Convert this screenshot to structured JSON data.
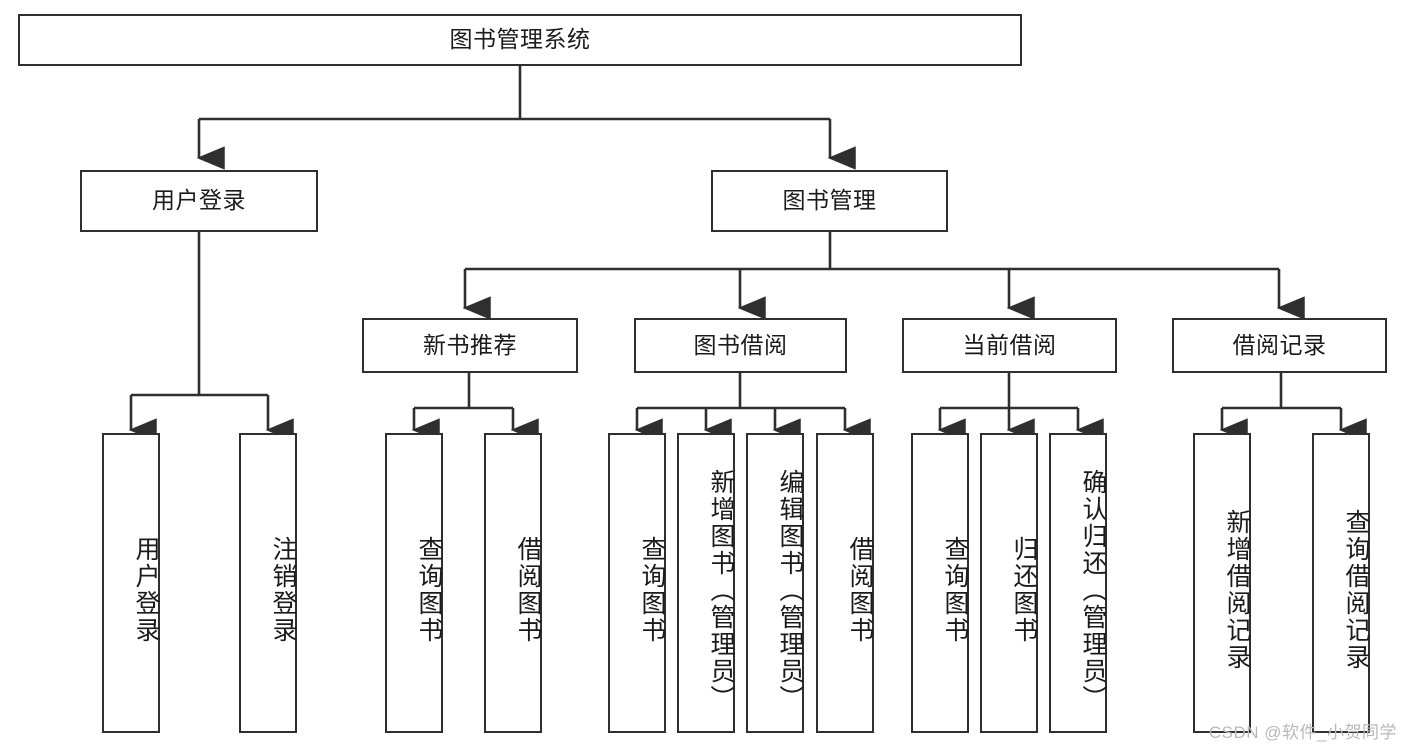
{
  "diagram": {
    "title": "图书管理系统",
    "type": "tree-hierarchy-diagram",
    "colors": {
      "stroke": "#2f2f2f",
      "fill": "#ffffff",
      "text": "#1b1b1b",
      "watermark": "#b9b9b9"
    },
    "root": {
      "label": "图书管理系统"
    },
    "level2": [
      {
        "label": "用户登录"
      },
      {
        "label": "图书管理"
      }
    ],
    "level3": [
      {
        "label": "新书推荐"
      },
      {
        "label": "图书借阅"
      },
      {
        "label": "当前借阅"
      },
      {
        "label": "借阅记录"
      }
    ],
    "leaves": {
      "user_login": [
        {
          "label": "用户登录"
        },
        {
          "label": "注销登录"
        }
      ],
      "new_book_recommend": [
        {
          "label": "查询图书"
        },
        {
          "label": "借阅图书"
        }
      ],
      "book_borrow": [
        {
          "label": "查询图书"
        },
        {
          "label": "新增图书（管理员）"
        },
        {
          "label": "编辑图书（管理员）"
        },
        {
          "label": "借阅图书"
        }
      ],
      "current_borrow": [
        {
          "label": "查询图书"
        },
        {
          "label": "归还图书"
        },
        {
          "label": "确认归还（管理员）"
        }
      ],
      "borrow_record": [
        {
          "label": "新增借阅记录"
        },
        {
          "label": "查询借阅记录"
        }
      ]
    }
  },
  "watermark": {
    "text": "CSDN @软件_小贺同学"
  }
}
